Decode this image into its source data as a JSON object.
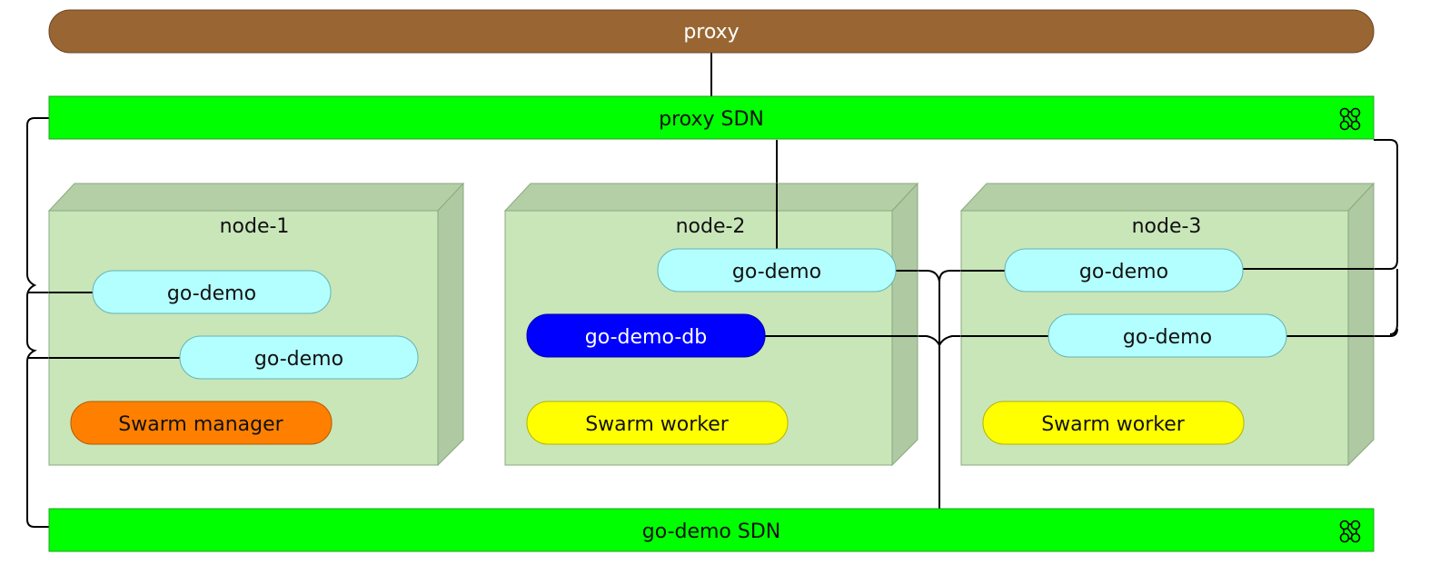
{
  "proxy": {
    "label": "proxy",
    "color": "#996633"
  },
  "networks": {
    "proxy_sdn": {
      "label": "proxy SDN",
      "color": "#00ff00"
    },
    "go_demo_sdn": {
      "label": "go-demo SDN",
      "color": "#00ff00"
    },
    "network_icon": "network-cloud-icon"
  },
  "nodes": [
    {
      "label": "node-1",
      "role": {
        "label": "Swarm manager",
        "color": "#ff8000"
      },
      "services": [
        {
          "label": "go-demo",
          "color": "#b3ffff"
        },
        {
          "label": "go-demo",
          "color": "#b3ffff"
        }
      ]
    },
    {
      "label": "node-2",
      "role": {
        "label": "Swarm worker",
        "color": "#ffff00"
      },
      "services": [
        {
          "label": "go-demo",
          "color": "#b3ffff"
        },
        {
          "label": "go-demo-db",
          "color": "#0000ff"
        }
      ]
    },
    {
      "label": "node-3",
      "role": {
        "label": "Swarm worker",
        "color": "#ffff00"
      },
      "services": [
        {
          "label": "go-demo",
          "color": "#b3ffff"
        },
        {
          "label": "go-demo",
          "color": "#b3ffff"
        }
      ]
    }
  ],
  "node_color": "#c9e6b9"
}
